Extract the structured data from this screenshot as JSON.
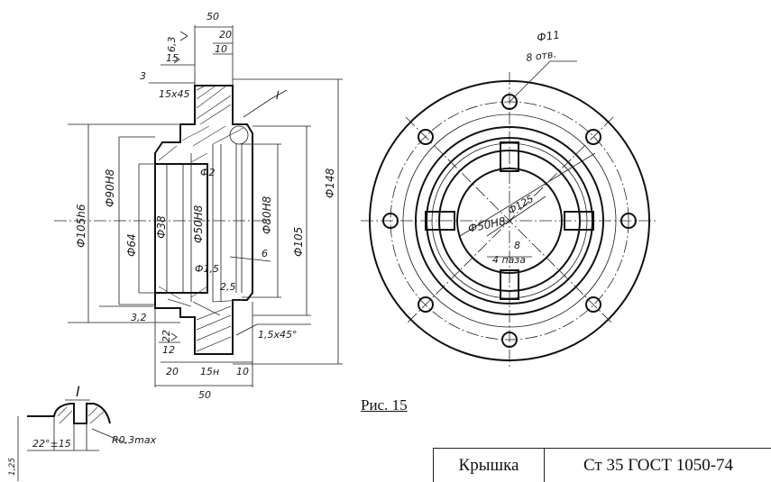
{
  "caption": "Рис. 15",
  "title_block": {
    "part_name": "Крышка",
    "material": "Ст 35 ГОСТ 1050-74"
  },
  "section_view": {
    "dims_horizontal": [
      "50",
      "20",
      "10",
      "15",
      "3",
      "20",
      "15н",
      "10",
      "50",
      "12",
      "1,5x45°",
      "6",
      "15х45"
    ],
    "dims_vertical": [
      "Ф90Н8",
      "Ф105h6",
      "Ф64",
      "Ф38",
      "Ф50Н8",
      "Ф80Н8",
      "Ф105",
      "Ф148",
      "Ф2",
      "Ф1,5",
      "3,2",
      "2,5",
      "6,3",
      "22"
    ],
    "detail_marker": "I"
  },
  "front_view": {
    "hole_note_1": "Ф11",
    "hole_note_2": "8 отв.",
    "bore_label": "Ф50Н8",
    "radius_label": "Ф125",
    "slot_label": "4 паза",
    "slot_dim": "8"
  },
  "detail": {
    "marker": "I",
    "angle_label": "22°±15",
    "radius_note": "R0,3max",
    "roughness": "1,25"
  }
}
